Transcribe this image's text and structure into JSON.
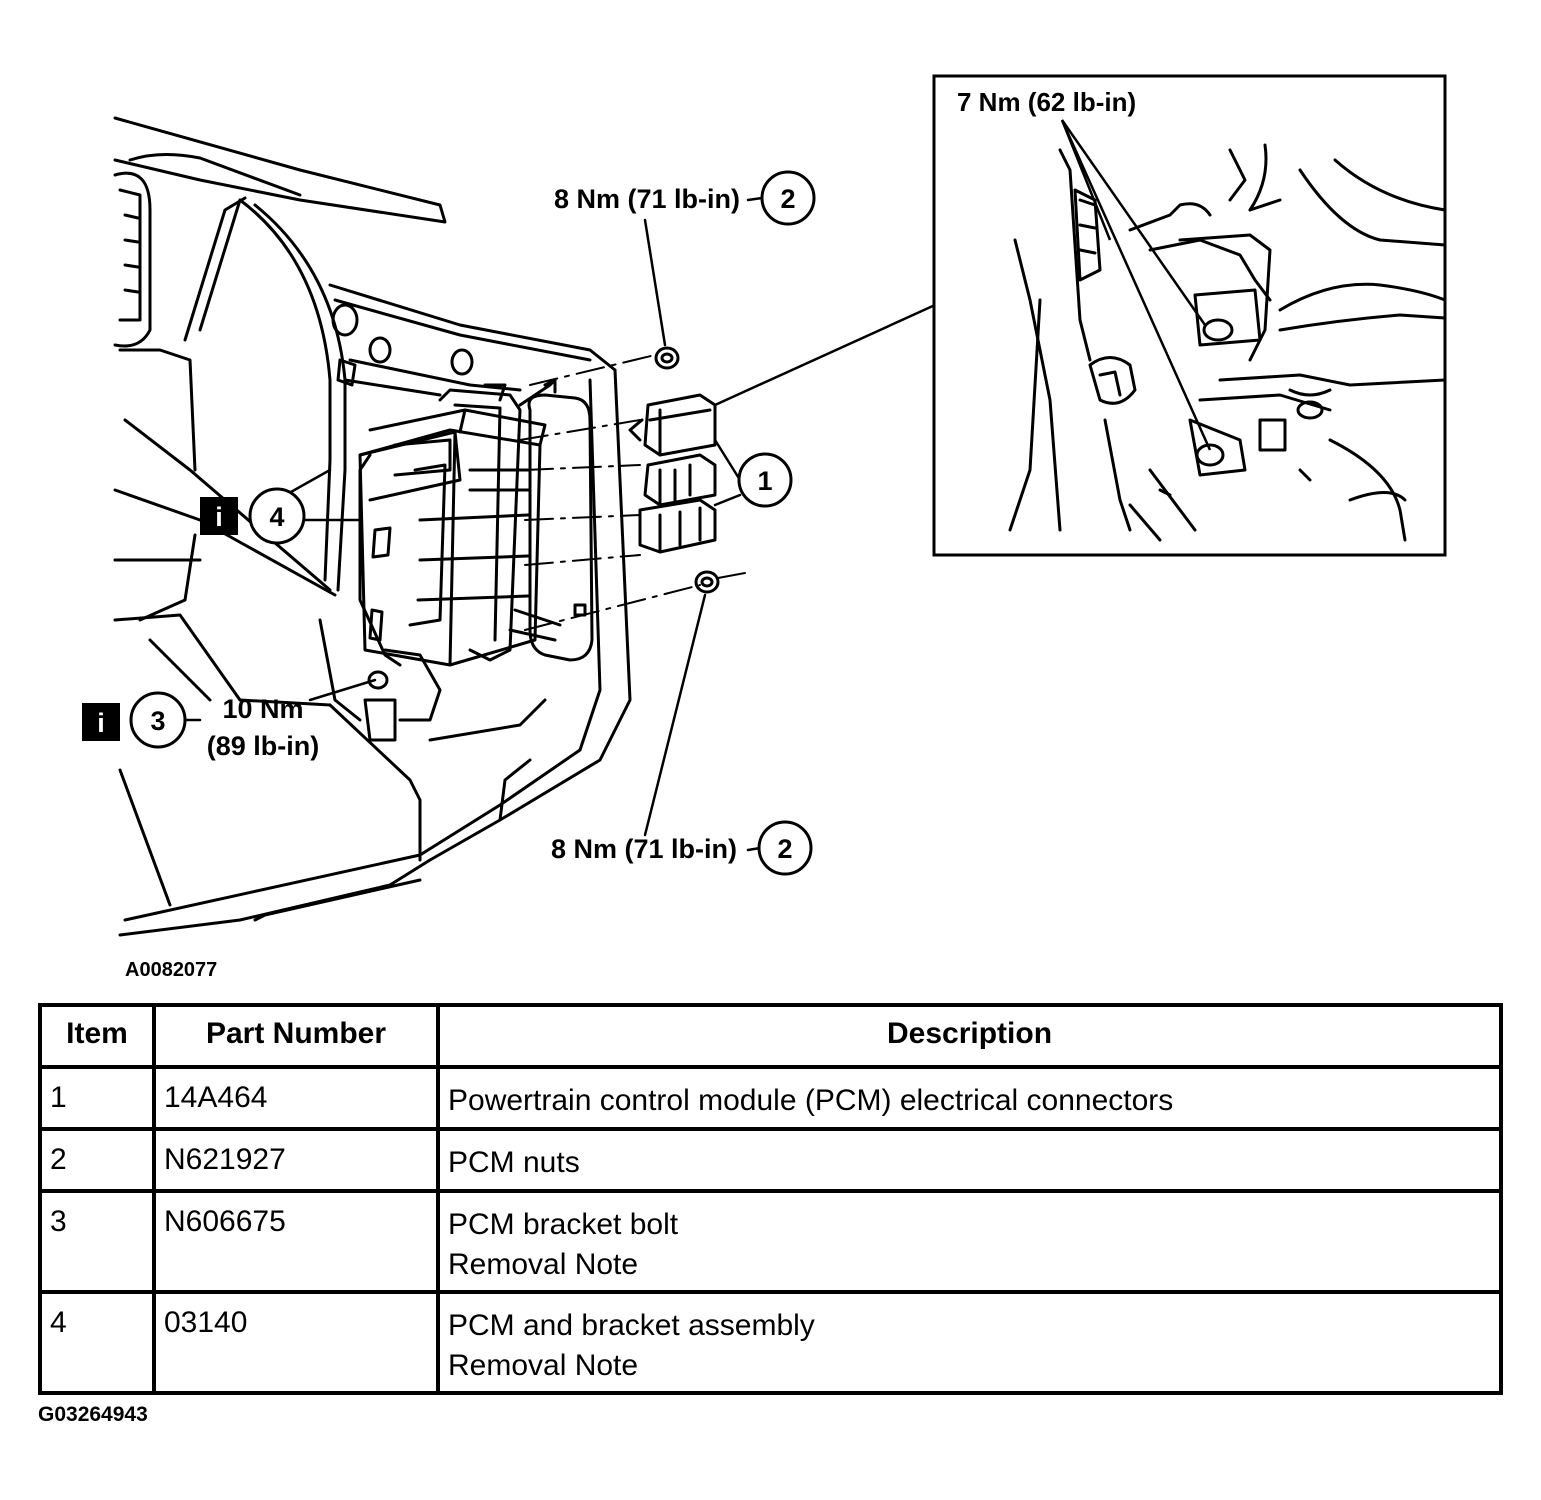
{
  "callouts": {
    "torque_nut_top": "8 Nm (71 lb-in)",
    "torque_nut_bottom": "8 Nm (71 lb-in)",
    "torque_bolt_line1": "10 Nm",
    "torque_bolt_line2": "(89 lb-in)",
    "torque_detail": "7 Nm (62 lb-in)",
    "item_1": "1",
    "item_2": "2",
    "item_3": "3",
    "item_4": "4",
    "info_icon": "i"
  },
  "illustration_code": "A0082077",
  "table": {
    "headers": {
      "item": "Item",
      "part_number": "Part Number",
      "description": "Description"
    },
    "rows": [
      {
        "item": "1",
        "part_number": "14A464",
        "description": [
          "Powertrain control module (PCM) electrical connectors"
        ]
      },
      {
        "item": "2",
        "part_number": "N621927",
        "description": [
          "PCM nuts"
        ]
      },
      {
        "item": "3",
        "part_number": "N606675",
        "description": [
          "PCM bracket bolt",
          "Removal Note"
        ]
      },
      {
        "item": "4",
        "part_number": "03140",
        "description": [
          "PCM and bracket assembly",
          "Removal Note"
        ]
      }
    ]
  },
  "figure_code": "G03264943"
}
